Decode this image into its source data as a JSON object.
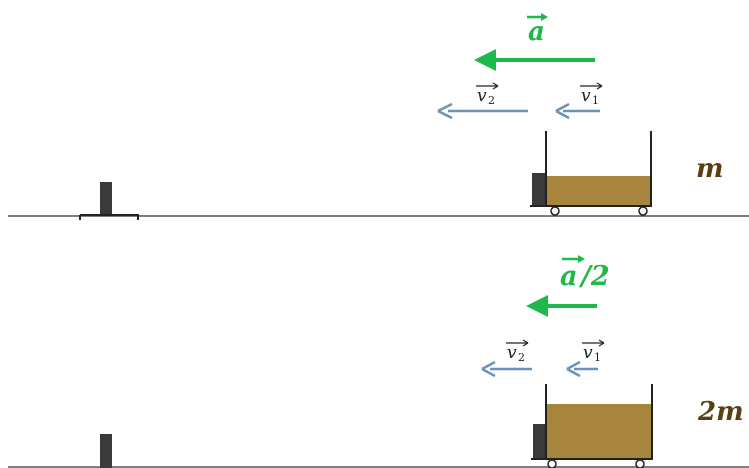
{
  "colors": {
    "accel": "#1fb84a",
    "velocity": "#6b93b8",
    "cart_fill": "#a8853c",
    "cart_outline": "#222222",
    "post": "#3a3a3a",
    "ground": "#555555",
    "mass_label": "#5a3f12"
  },
  "top": {
    "accel_label": "a",
    "v1_label": "v",
    "v1_sub": "1",
    "v2_label": "v",
    "v2_sub": "2",
    "mass_label": "m"
  },
  "bottom": {
    "accel_label": "a",
    "accel_suffix": "/2",
    "v1_label": "v",
    "v1_sub": "1",
    "v2_label": "v",
    "v2_sub": "2",
    "mass_label": "2m"
  }
}
